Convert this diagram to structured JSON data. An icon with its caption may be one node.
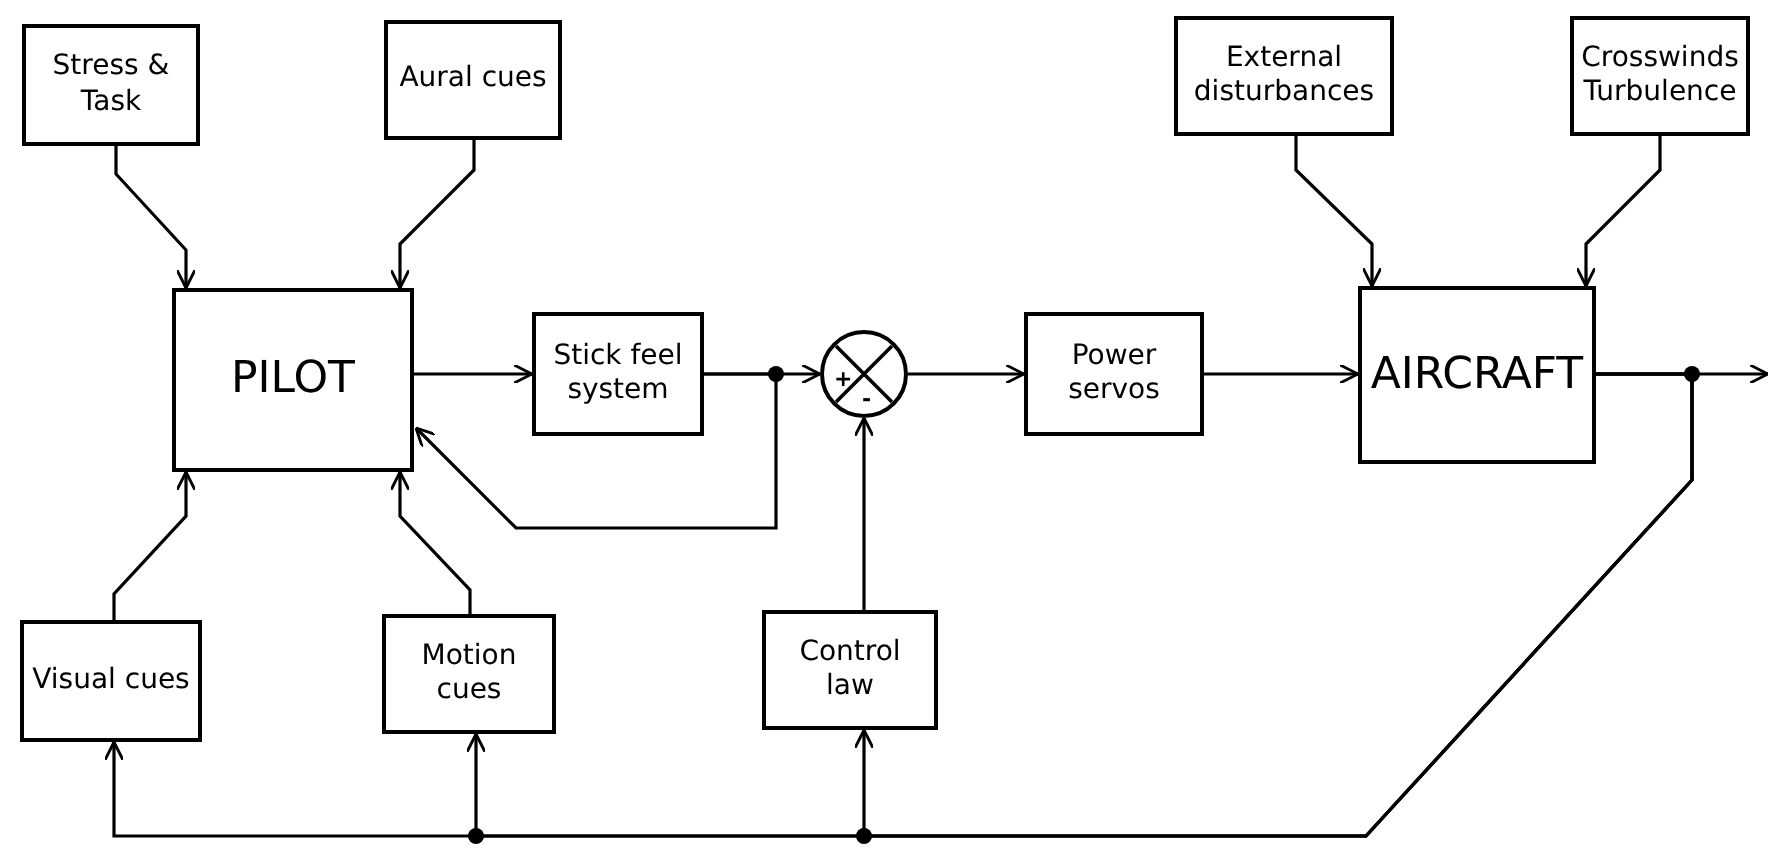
{
  "diagram": {
    "nodes": [
      {
        "text": [
          "Stress & Task"
        ]
      },
      {
        "text": [
          "Aural cues"
        ]
      },
      {
        "text": [
          "PILOT"
        ]
      },
      {
        "text": [
          "Stick feel system"
        ]
      },
      {
        "text": [
          "+",
          "-"
        ]
      },
      {
        "text": [
          "Power servos"
        ]
      },
      {
        "text": [
          "AIRCRAFT"
        ]
      },
      {
        "text": [
          "External disturbances"
        ]
      },
      {
        "text": [
          "Crosswinds Turbulence"
        ]
      },
      {
        "text": [
          "Visual cues"
        ]
      },
      {
        "text": [
          "Motion cues"
        ]
      },
      {
        "text": [
          "Control law"
        ]
      }
    ],
    "edges": [
      {
        "from": 0,
        "to": 2,
        "arrow": "to"
      },
      {
        "from": 1,
        "to": 2,
        "arrow": "to"
      },
      {
        "from": 9,
        "to": 2,
        "arrow": "to"
      },
      {
        "from": 10,
        "to": 2,
        "arrow": "to"
      },
      {
        "from": 2,
        "to": 3,
        "arrow": "to"
      },
      {
        "from": 3,
        "to": 4,
        "arrow": "to"
      },
      {
        "from": 3,
        "to": 2,
        "arrow": "to"
      },
      {
        "from": 11,
        "to": 4,
        "arrow": "to"
      },
      {
        "from": 4,
        "to": 5,
        "arrow": "to"
      },
      {
        "from": 5,
        "to": 6,
        "arrow": "to"
      },
      {
        "from": 7,
        "to": 6,
        "arrow": "to"
      },
      {
        "from": 8,
        "to": 6,
        "arrow": "to"
      },
      {
        "from": 6,
        "to": null,
        "arrow": "to"
      },
      {
        "from": 6,
        "to": 9,
        "arrow": "to"
      },
      {
        "from": 6,
        "to": 10,
        "arrow": "to"
      },
      {
        "from": 6,
        "to": 11,
        "arrow": "to"
      }
    ]
  }
}
